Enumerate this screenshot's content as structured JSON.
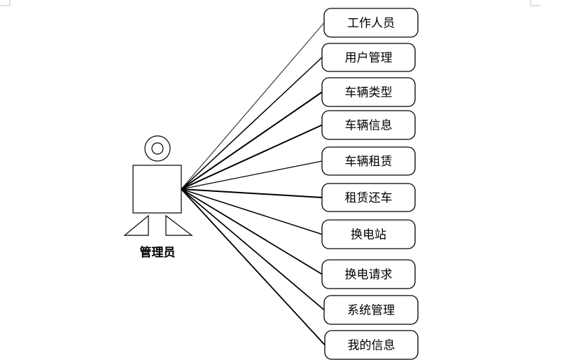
{
  "actor": {
    "label": "管理员"
  },
  "use_cases": [
    {
      "label": "工作人员"
    },
    {
      "label": "用户管理"
    },
    {
      "label": "车辆类型"
    },
    {
      "label": "车辆信息"
    },
    {
      "label": "车辆租赁"
    },
    {
      "label": "租赁还车"
    },
    {
      "label": "换电站"
    },
    {
      "label": "换电请求"
    },
    {
      "label": "系统管理"
    },
    {
      "label": "我的信息"
    }
  ]
}
